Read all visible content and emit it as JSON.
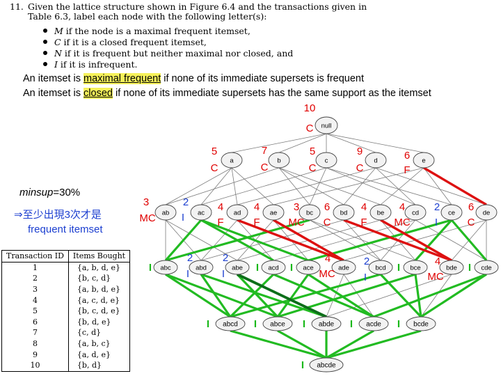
{
  "question": {
    "number": "11.",
    "line1": "Given the lattice structure shown in Figure 6.4 and the transactions given in",
    "line2": "Table 6.3, label each node with the following letter(s):",
    "bullets": [
      {
        "letter": "M",
        "text": " if the node is a maximal frequent itemset,"
      },
      {
        "letter": "C",
        "text": " if it is a closed frequent itemset,"
      },
      {
        "letter": "N",
        "text": " if it is frequent but neither maximal nor closed, and"
      },
      {
        "letter": "I",
        "text": " if it is infrequent."
      }
    ]
  },
  "definitions": [
    {
      "prefix": "An itemset is ",
      "term": "maximal frequent",
      "rest": " if none of its immediate supersets is frequent"
    },
    {
      "prefix": "An itemset is ",
      "term": "closed",
      "rest": " if none of its immediate supersets has the same support as the itemset"
    }
  ],
  "minsup": {
    "label": "minsup",
    "value": "=30%"
  },
  "note": {
    "line1": "⇒至少出現3次才是",
    "line2": "frequent itemset"
  },
  "transactions": {
    "headers": [
      "Transaction ID",
      "Items Bought"
    ],
    "rows": [
      [
        "1",
        "{a, b, d, e}"
      ],
      [
        "2",
        "{b, c, d}"
      ],
      [
        "3",
        "{a, b, d, e}"
      ],
      [
        "4",
        "{a, c, d, e}"
      ],
      [
        "5",
        "{b, c, d, e}"
      ],
      [
        "6",
        "{b, d, e}"
      ],
      [
        "7",
        "{c, d}"
      ],
      [
        "8",
        "{a, b, c}"
      ],
      [
        "9",
        "{a, d, e}"
      ],
      [
        "10",
        "{b, d}"
      ]
    ]
  },
  "lattice": {
    "nodes": [
      {
        "id": "null",
        "level": 0,
        "count": "10",
        "tag": "C"
      },
      {
        "id": "a",
        "level": 1,
        "count": "5",
        "tag": "C"
      },
      {
        "id": "b",
        "level": 1,
        "count": "7",
        "tag": "C"
      },
      {
        "id": "c",
        "level": 1,
        "count": "5",
        "tag": "C"
      },
      {
        "id": "d",
        "level": 1,
        "count": "9",
        "tag": "C"
      },
      {
        "id": "e",
        "level": 1,
        "count": "6",
        "tag": "F"
      },
      {
        "id": "ab",
        "level": 2,
        "count": "3",
        "tag": "MC"
      },
      {
        "id": "ac",
        "level": 2,
        "count": "2",
        "tag": "I"
      },
      {
        "id": "ad",
        "level": 2,
        "count": "4",
        "tag": "F"
      },
      {
        "id": "ae",
        "level": 2,
        "count": "4",
        "tag": "F"
      },
      {
        "id": "bc",
        "level": 2,
        "count": "3",
        "tag": "MC"
      },
      {
        "id": "bd",
        "level": 2,
        "count": "6",
        "tag": "C"
      },
      {
        "id": "be",
        "level": 2,
        "count": "4",
        "tag": "F"
      },
      {
        "id": "cd",
        "level": 2,
        "count": "4",
        "tag": "MC"
      },
      {
        "id": "ce",
        "level": 2,
        "count": "2",
        "tag": "I"
      },
      {
        "id": "de",
        "level": 2,
        "count": "6",
        "tag": "C"
      },
      {
        "id": "abc",
        "level": 3,
        "count": "",
        "tag": "I"
      },
      {
        "id": "abd",
        "level": 3,
        "count": "2",
        "tag": "I"
      },
      {
        "id": "abe",
        "level": 3,
        "count": "2",
        "tag": "I"
      },
      {
        "id": "acd",
        "level": 3,
        "count": "",
        "tag": "I"
      },
      {
        "id": "ace",
        "level": 3,
        "count": "",
        "tag": "I"
      },
      {
        "id": "ade",
        "level": 3,
        "count": "4",
        "tag": "MC"
      },
      {
        "id": "bcd",
        "level": 3,
        "count": "2",
        "tag": "I"
      },
      {
        "id": "bce",
        "level": 3,
        "count": "",
        "tag": "I"
      },
      {
        "id": "bde",
        "level": 3,
        "count": "4",
        "tag": "MC"
      },
      {
        "id": "cde",
        "level": 3,
        "count": "",
        "tag": "I"
      },
      {
        "id": "abcd",
        "level": 4,
        "count": "",
        "tag": "I"
      },
      {
        "id": "abce",
        "level": 4,
        "count": "",
        "tag": "I"
      },
      {
        "id": "abde",
        "level": 4,
        "count": "",
        "tag": "I"
      },
      {
        "id": "acde",
        "level": 4,
        "count": "",
        "tag": "I"
      },
      {
        "id": "bcde",
        "level": 4,
        "count": "",
        "tag": "I"
      },
      {
        "id": "abcde",
        "level": 5,
        "count": "",
        "tag": "I"
      }
    ],
    "red_edges": [
      [
        "e",
        "de"
      ],
      [
        "ad",
        "ade"
      ],
      [
        "ae",
        "ade"
      ],
      [
        "be",
        "bde"
      ],
      [
        "bd",
        "bde"
      ]
    ],
    "green_edges": [
      [
        "ac",
        "abc"
      ],
      [
        "ac",
        "acd"
      ],
      [
        "ac",
        "ace"
      ],
      [
        "ce",
        "ace"
      ],
      [
        "ce",
        "bce"
      ],
      [
        "ce",
        "cde"
      ],
      [
        "bc",
        "abc"
      ],
      [
        "abc",
        "abcd"
      ],
      [
        "abc",
        "abce"
      ],
      [
        "abd",
        "abcd"
      ],
      [
        "abd",
        "abde"
      ],
      [
        "abe",
        "abce"
      ],
      [
        "abe",
        "abde"
      ],
      [
        "acd",
        "abcd"
      ],
      [
        "acd",
        "acde"
      ],
      [
        "ace",
        "abce"
      ],
      [
        "ace",
        "acde"
      ],
      [
        "bcd",
        "abcd"
      ],
      [
        "bcd",
        "bcde"
      ],
      [
        "bce",
        "abce"
      ],
      [
        "bce",
        "bcde"
      ],
      [
        "cde",
        "acde"
      ],
      [
        "cde",
        "bcde"
      ],
      [
        "abcd",
        "abcde"
      ],
      [
        "abce",
        "abcde"
      ],
      [
        "abde",
        "abcde"
      ],
      [
        "acde",
        "abcde"
      ],
      [
        "bcde",
        "abcde"
      ]
    ],
    "dark_green_edges": [
      [
        "abe",
        "abde"
      ]
    ],
    "colors": {
      "count": "#e00000",
      "tag_red": "#e00000",
      "tag_blue": "#1c3fd0",
      "infrequent_mark": "#18b818",
      "red_edge": "#dd1111",
      "green_edge": "#22bb22",
      "dark_green_edge": "#0d6e1a"
    }
  }
}
